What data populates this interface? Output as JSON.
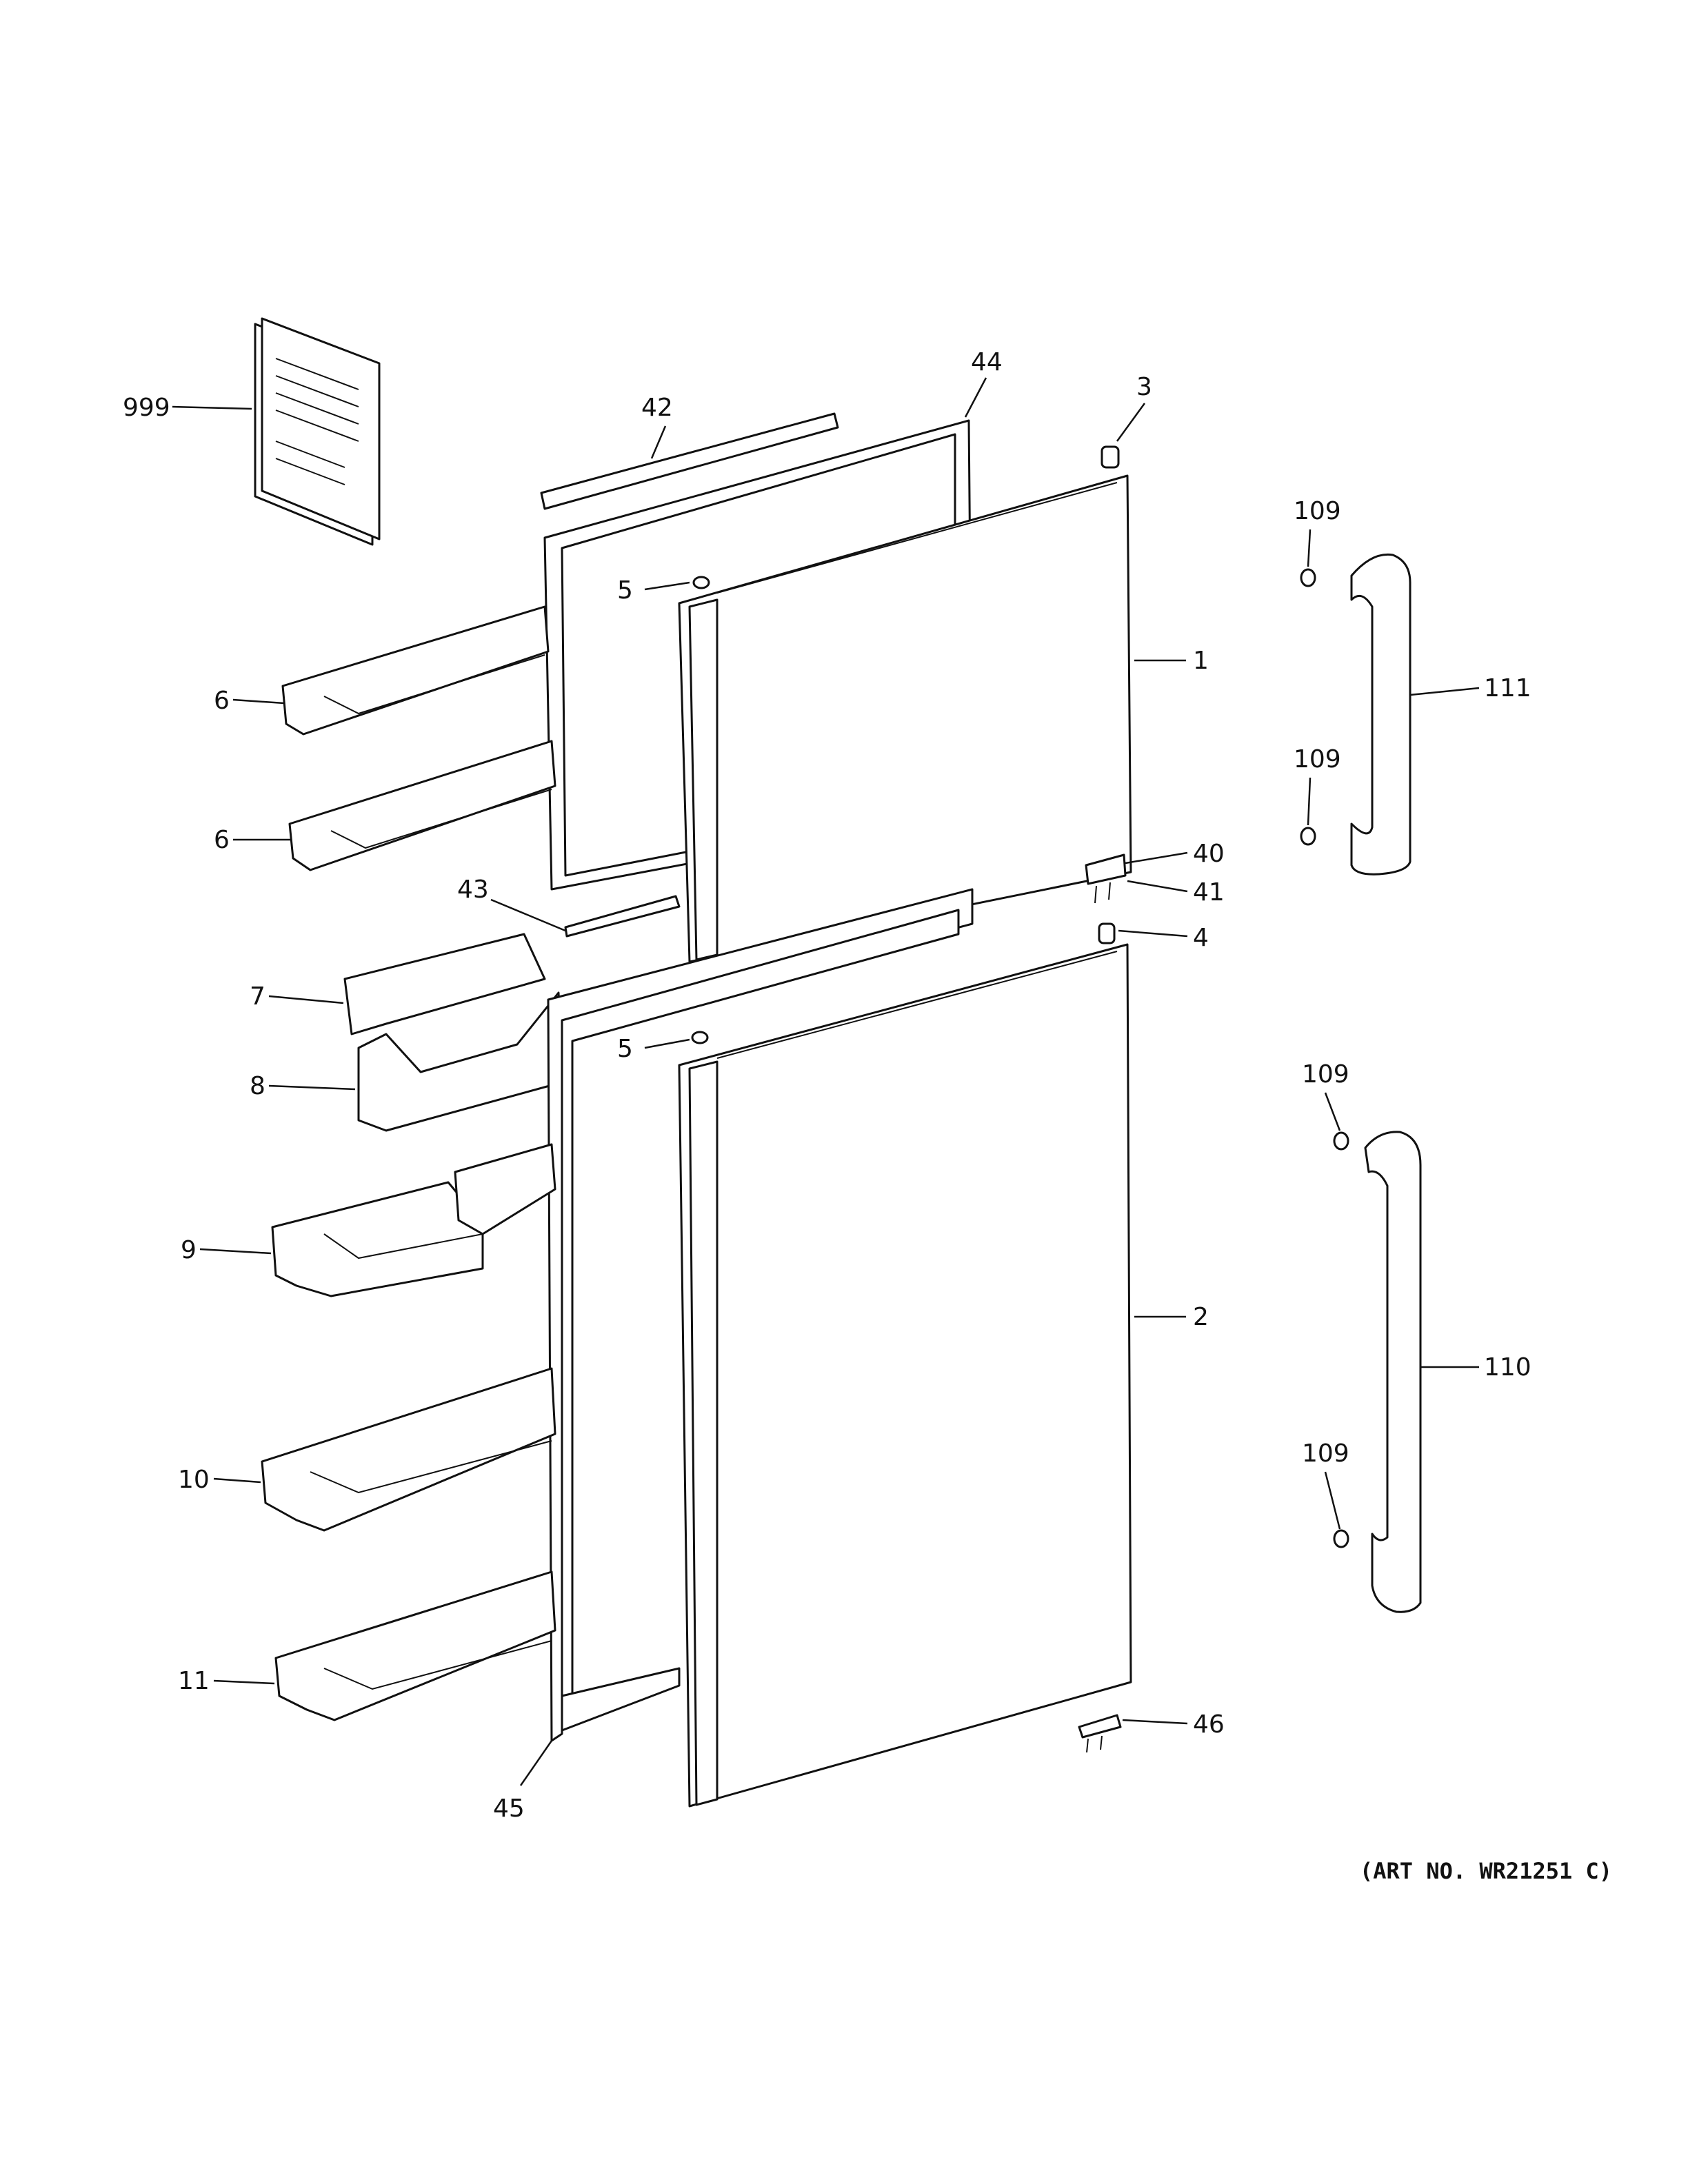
{
  "art_number": "(ART NO. WR21251 C)",
  "callouts": {
    "c999": "999",
    "c42": "42",
    "c44": "44",
    "c3": "3",
    "c109a": "109",
    "c5a": "5",
    "c1": "1",
    "c111": "111",
    "c6a": "6",
    "c109b": "109",
    "c6b": "6",
    "c40": "40",
    "c41": "41",
    "c43": "43",
    "c4": "4",
    "c7": "7",
    "c5b": "5",
    "c109c": "109",
    "c8": "8",
    "c9": "9",
    "c2": "2",
    "c110": "110",
    "c10": "10",
    "c109d": "109",
    "c11": "11",
    "c46": "46",
    "c45": "45"
  }
}
